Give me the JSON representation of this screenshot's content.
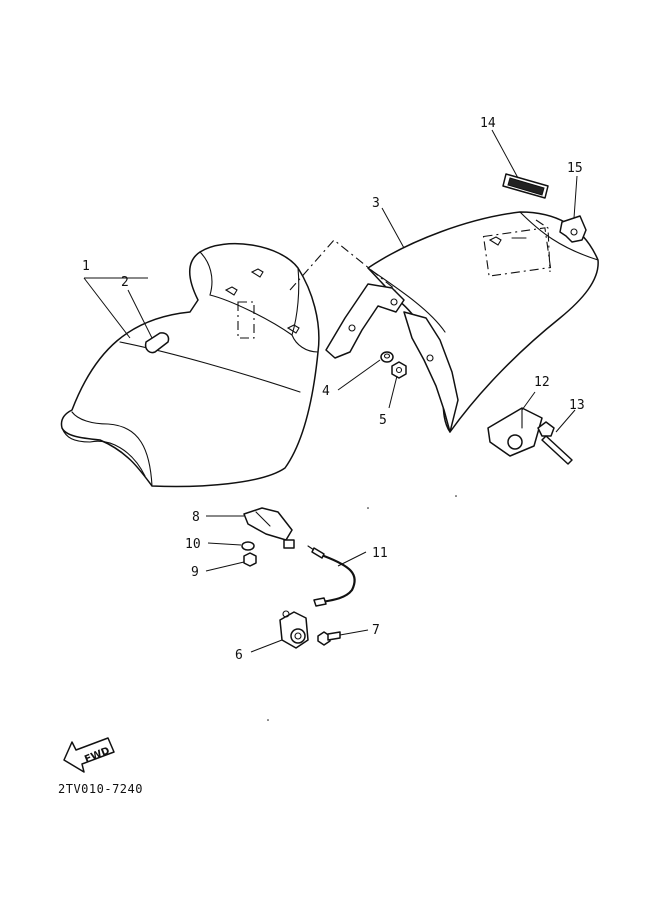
{
  "diagram": {
    "code": "2TV010-7240",
    "fwd_label": "FWD",
    "callouts": [
      "1",
      "2",
      "3",
      "4",
      "5",
      "6",
      "7",
      "8",
      "9",
      "10",
      "11",
      "12",
      "13",
      "14",
      "15"
    ]
  }
}
